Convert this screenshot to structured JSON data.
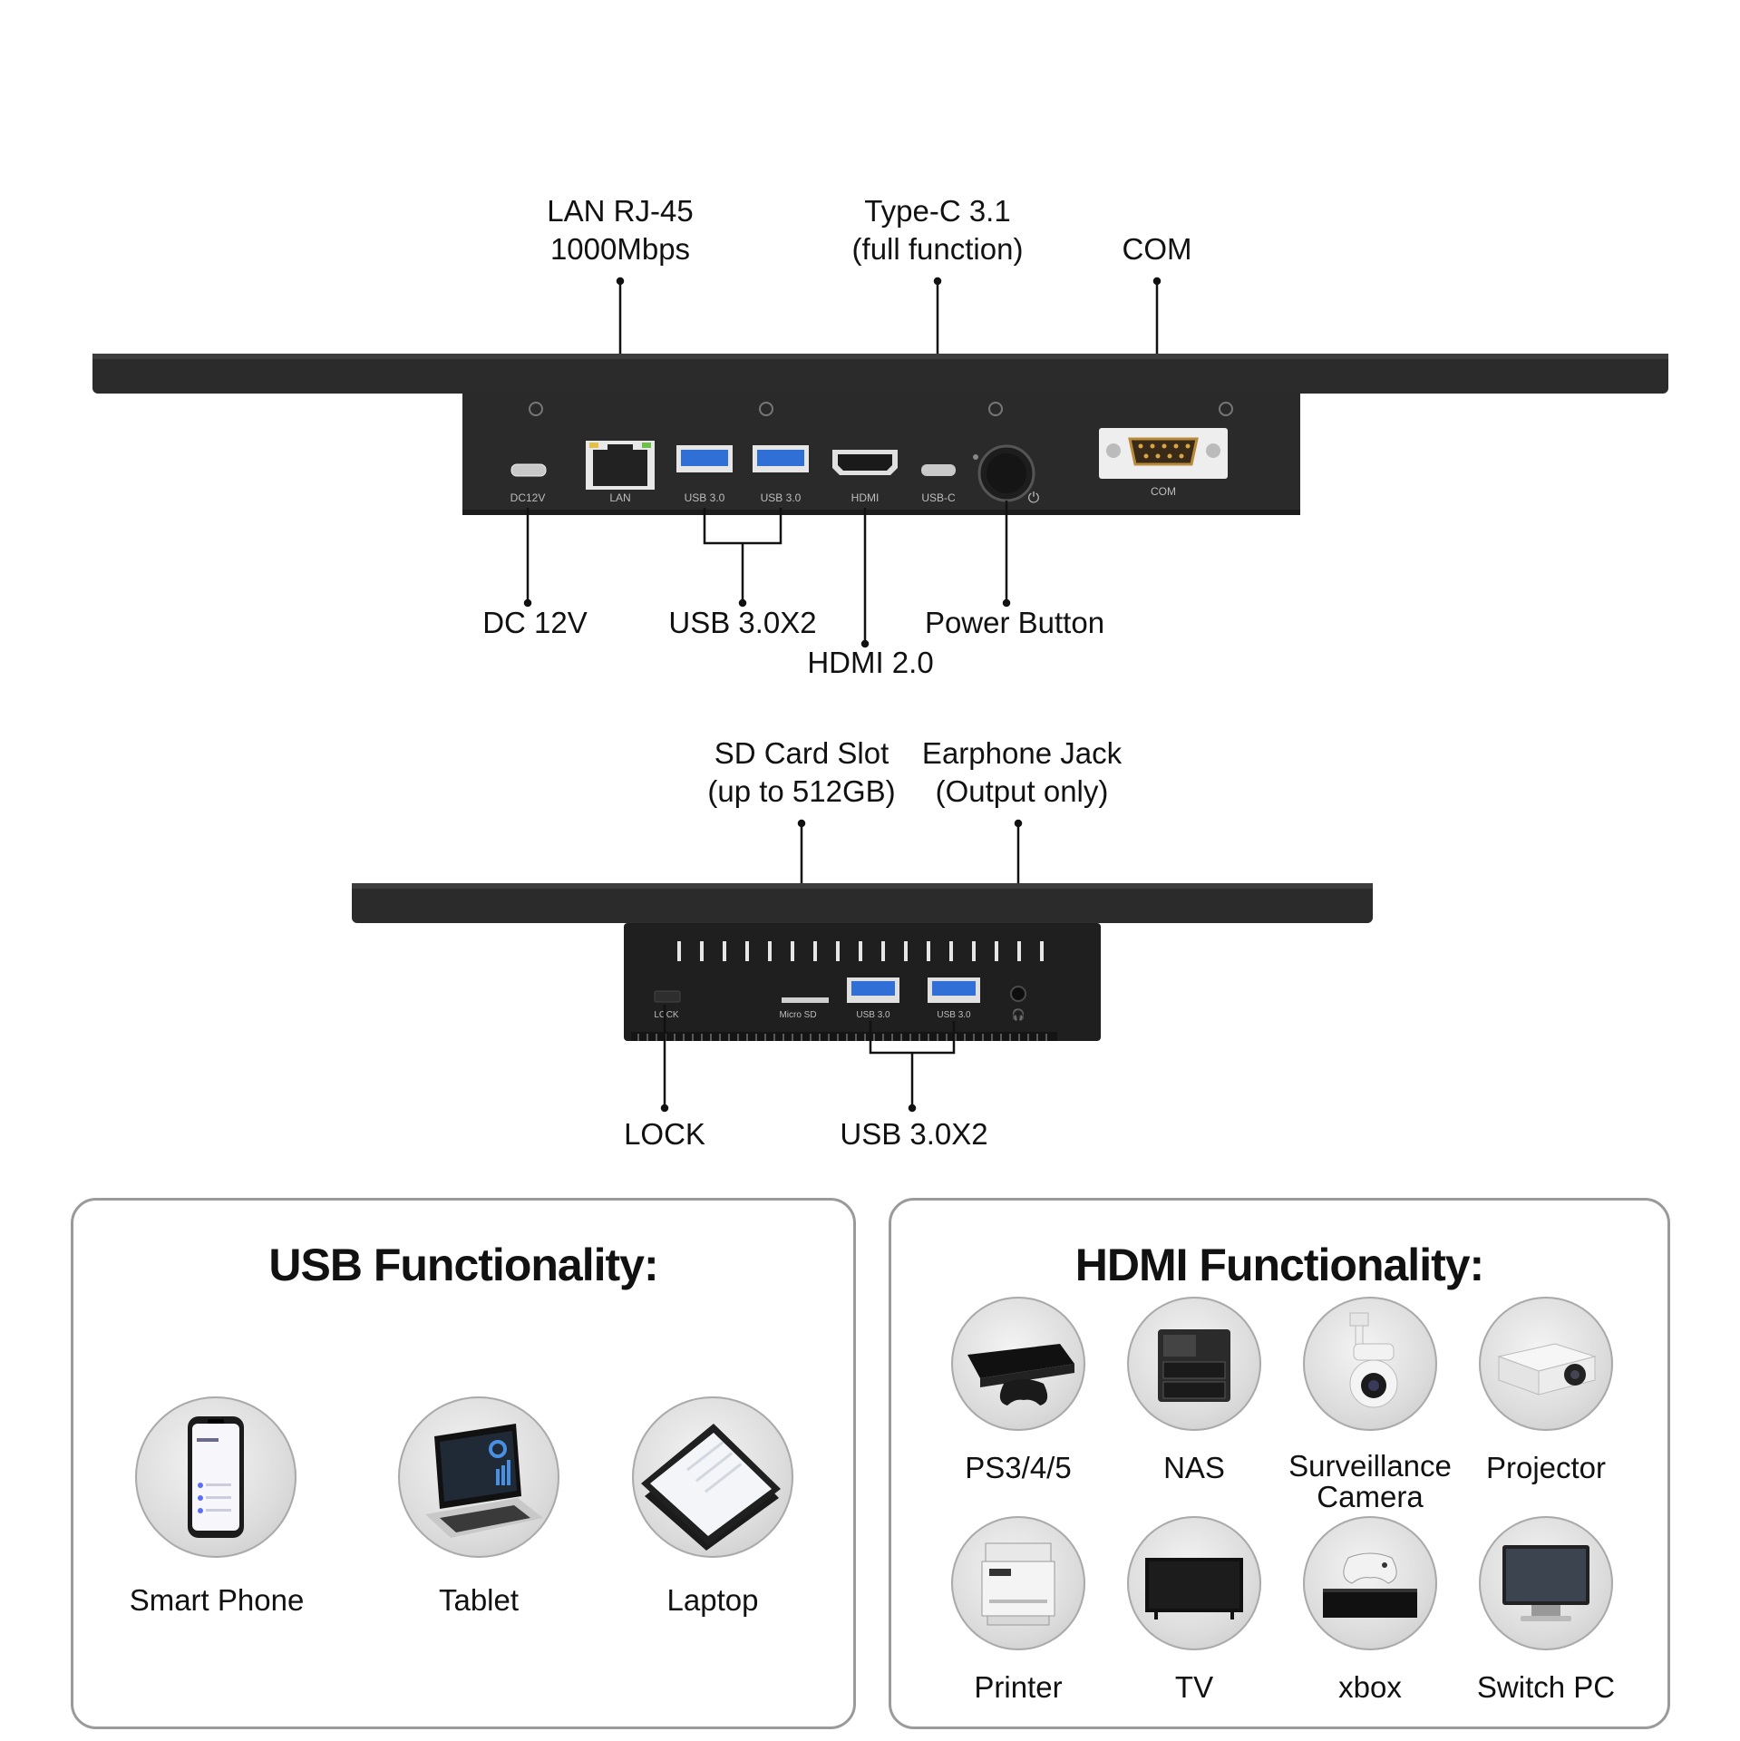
{
  "top_labels": {
    "lan": [
      "LAN RJ-45",
      "1000Mbps"
    ],
    "typec": [
      "Type-C 3.1",
      "(full function)"
    ],
    "com": "COM",
    "dc": "DC 12V",
    "usb_pair": "USB 3.0X2",
    "power": "Power Button",
    "hdmi": "HDMI 2.0"
  },
  "port_silkscreen": {
    "dc": "DC12V",
    "lan": "LAN",
    "usb1": "USB 3.0",
    "usb2": "USB 3.0",
    "hdmi": "HDMI",
    "usbc": "USB-C",
    "com": "COM",
    "lock": "LOCK",
    "microsd": "Micro SD",
    "usb3": "USB 3.0",
    "usb4": "USB 3.0"
  },
  "bottom_labels": {
    "sd": [
      "SD Card Slot",
      "(up to 512GB)"
    ],
    "earphone": [
      "Earphone Jack",
      "(Output only)"
    ],
    "lock": "LOCK",
    "usb_pair": "USB 3.0X2"
  },
  "usb_panel": {
    "title": "USB Functionality:",
    "devices": [
      {
        "label": "Smart Phone",
        "icon": "smartphone-icon"
      },
      {
        "label": "Tablet",
        "icon": "laptop-icon"
      },
      {
        "label": "Laptop",
        "icon": "tablet-icon"
      }
    ]
  },
  "hdmi_panel": {
    "title": "HDMI Functionality:",
    "devices": [
      {
        "label": "PS3/4/5",
        "icon": "console-icon"
      },
      {
        "label": "NAS",
        "icon": "nas-icon"
      },
      {
        "label": "Surveillance\nCamera",
        "label1": "Surveillance",
        "label2": "Camera",
        "icon": "camera-icon"
      },
      {
        "label": "Projector",
        "icon": "projector-icon"
      },
      {
        "label": "Printer",
        "icon": "printer-icon"
      },
      {
        "label": "TV",
        "icon": "tv-icon"
      },
      {
        "label": "xbox",
        "icon": "xbox-icon"
      },
      {
        "label": "Switch PC",
        "icon": "monitor-icon"
      }
    ]
  },
  "colors": {
    "device_body": "#2b2b2b",
    "usb_blue": "#2f6fd6",
    "leader": "#111111"
  }
}
